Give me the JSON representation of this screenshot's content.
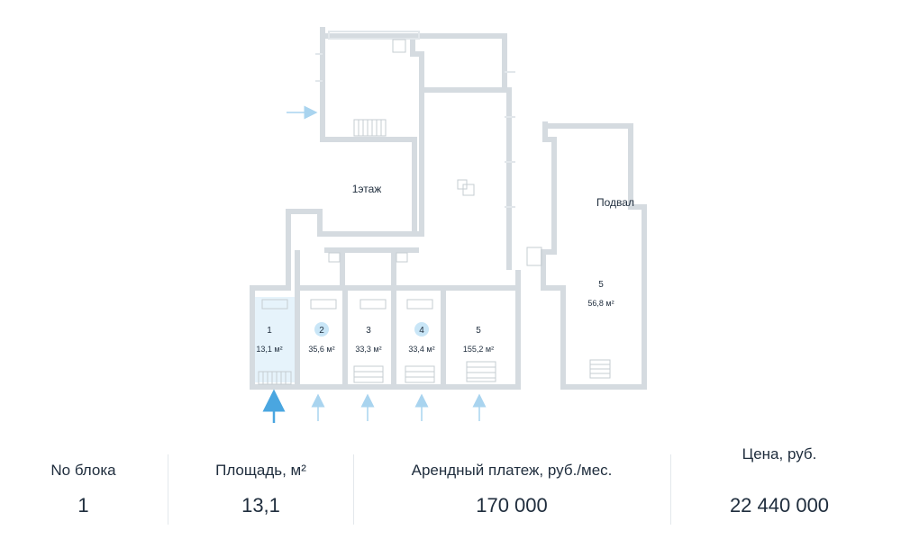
{
  "plan": {
    "floor_label": "1этаж",
    "basement_label": "Подвал",
    "units": [
      {
        "number": "1",
        "area": "13,1 м²",
        "selected": true
      },
      {
        "number": "2",
        "area": "35,6 м²",
        "selected": false
      },
      {
        "number": "3",
        "area": "33,3 м²",
        "selected": false
      },
      {
        "number": "4",
        "area": "33,4 м²",
        "selected": false
      },
      {
        "number": "5",
        "area": "155,2 м²",
        "selected": false
      }
    ],
    "basement_unit": {
      "number": "5",
      "area": "56,8 м²"
    },
    "colors": {
      "wall": "#d5dbe0",
      "badge": "#c9e6f7",
      "arrow_active": "#4aa6e0",
      "arrow": "#a9d4ef",
      "selected_fill": "#e6f3fb"
    }
  },
  "info": {
    "block_header": "No блока",
    "block_value": "1",
    "area_header": "Площадь, м²",
    "area_value": "13,1",
    "rent_header": "Арендный платеж, руб./мес.",
    "rent_value": "170 000",
    "price_header": "Цена, руб.",
    "price_value": "22 440 000"
  }
}
